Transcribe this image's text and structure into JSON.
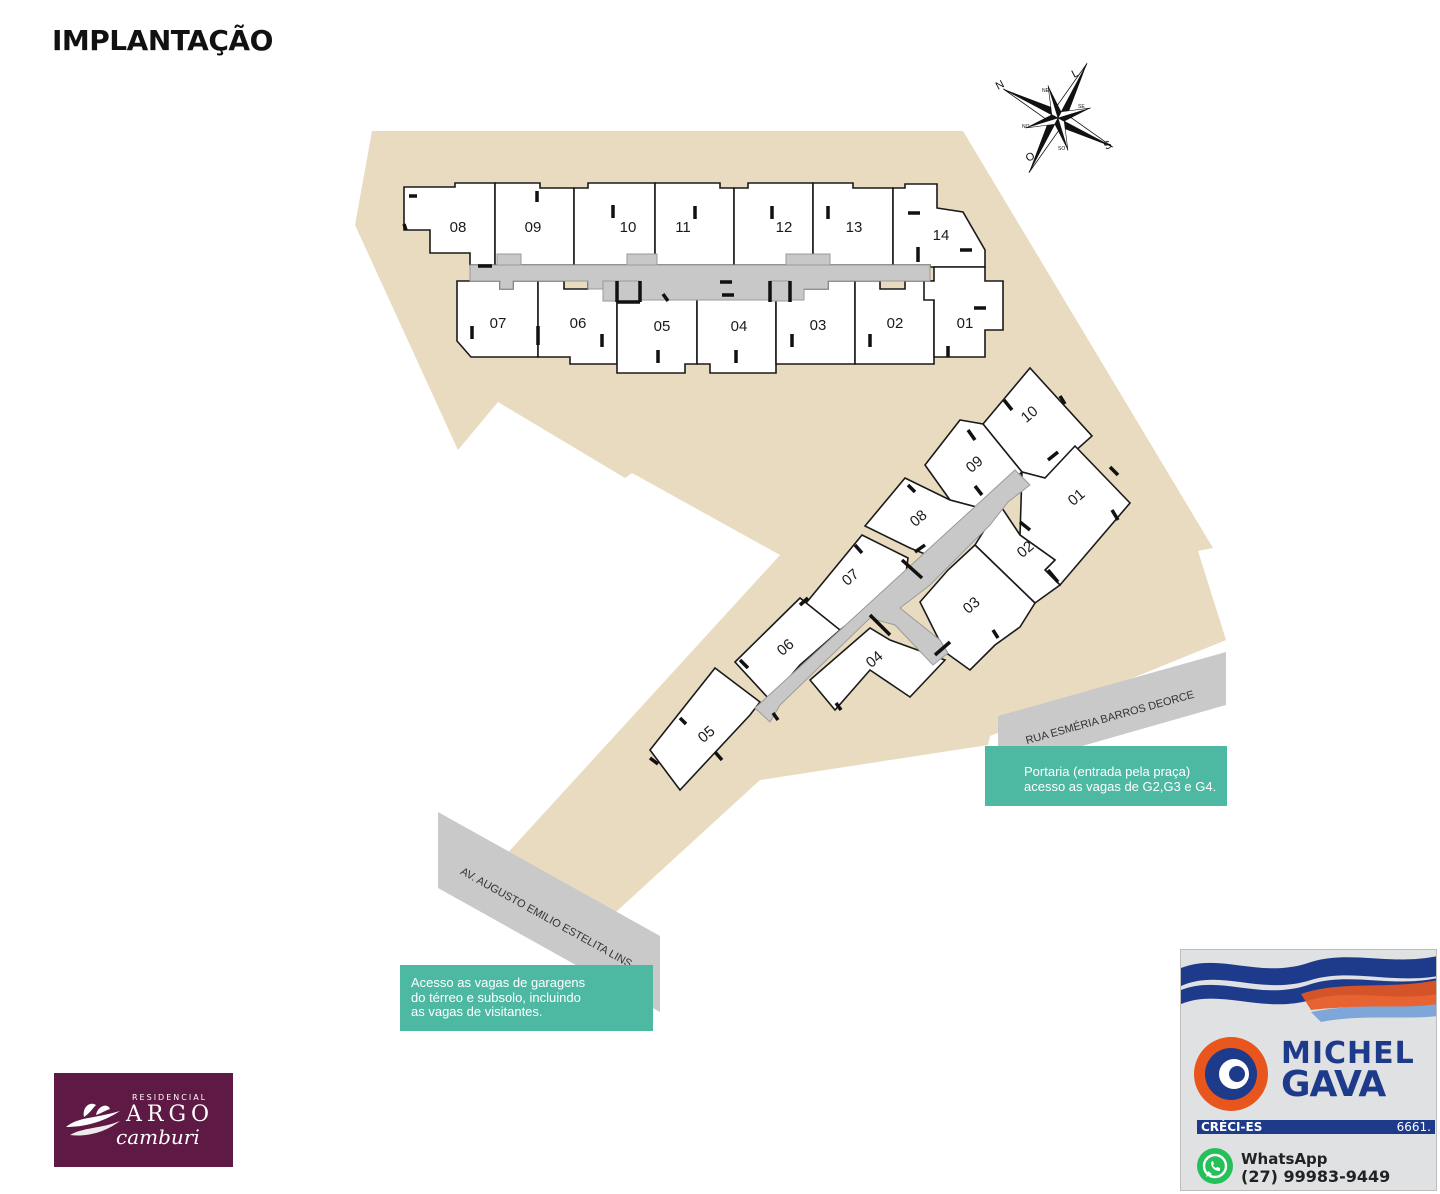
{
  "title": "IMPLANTAÇÃO",
  "colors": {
    "terrain": "#e8dbbf",
    "core": "#c8c8c8",
    "street": "#c9c9c9",
    "note": "#4db9a3",
    "logo_bg": "#5e1a44",
    "brand_blue": "#1e3a8a",
    "brand_orange": "#e8561e"
  },
  "compass": {
    "N": "N",
    "L": "L",
    "S": "S",
    "O": "O",
    "NE": "NE",
    "SE": "SE",
    "SO": "SO",
    "NO": "NO"
  },
  "tower_a": {
    "units": [
      "08",
      "09",
      "10",
      "11",
      "12",
      "13",
      "14",
      "07",
      "06",
      "05",
      "04",
      "03",
      "02",
      "01"
    ]
  },
  "tower_b": {
    "units": [
      "10",
      "09",
      "01",
      "08",
      "02",
      "07",
      "03",
      "06",
      "04",
      "05"
    ]
  },
  "streets": {
    "rua": "RUA ESMÉRIA BARROS DEORCE",
    "avenida": "AV. AUGUSTO EMILIO ESTELITA LINS"
  },
  "notes": {
    "portaria": [
      "Portaria (entrada pela praça)",
      "acesso as vagas de G2,G3 e G4."
    ],
    "garagem": [
      "Acesso as vagas de garagens",
      "do térreo e subsolo, incluindo",
      "as vagas de visitantes."
    ]
  },
  "argo_logo": {
    "residencial": "RESIDENCIAL",
    "argo": "ARGO",
    "camburi": "camburi"
  },
  "broker": {
    "name_top": "MICHEL",
    "name_bottom": "GAVA",
    "creci_label": "CRÉCI-ES",
    "creci_number": "6661.",
    "whatsapp_label": "WhatsApp",
    "phone": "(27) 99983-9449"
  }
}
